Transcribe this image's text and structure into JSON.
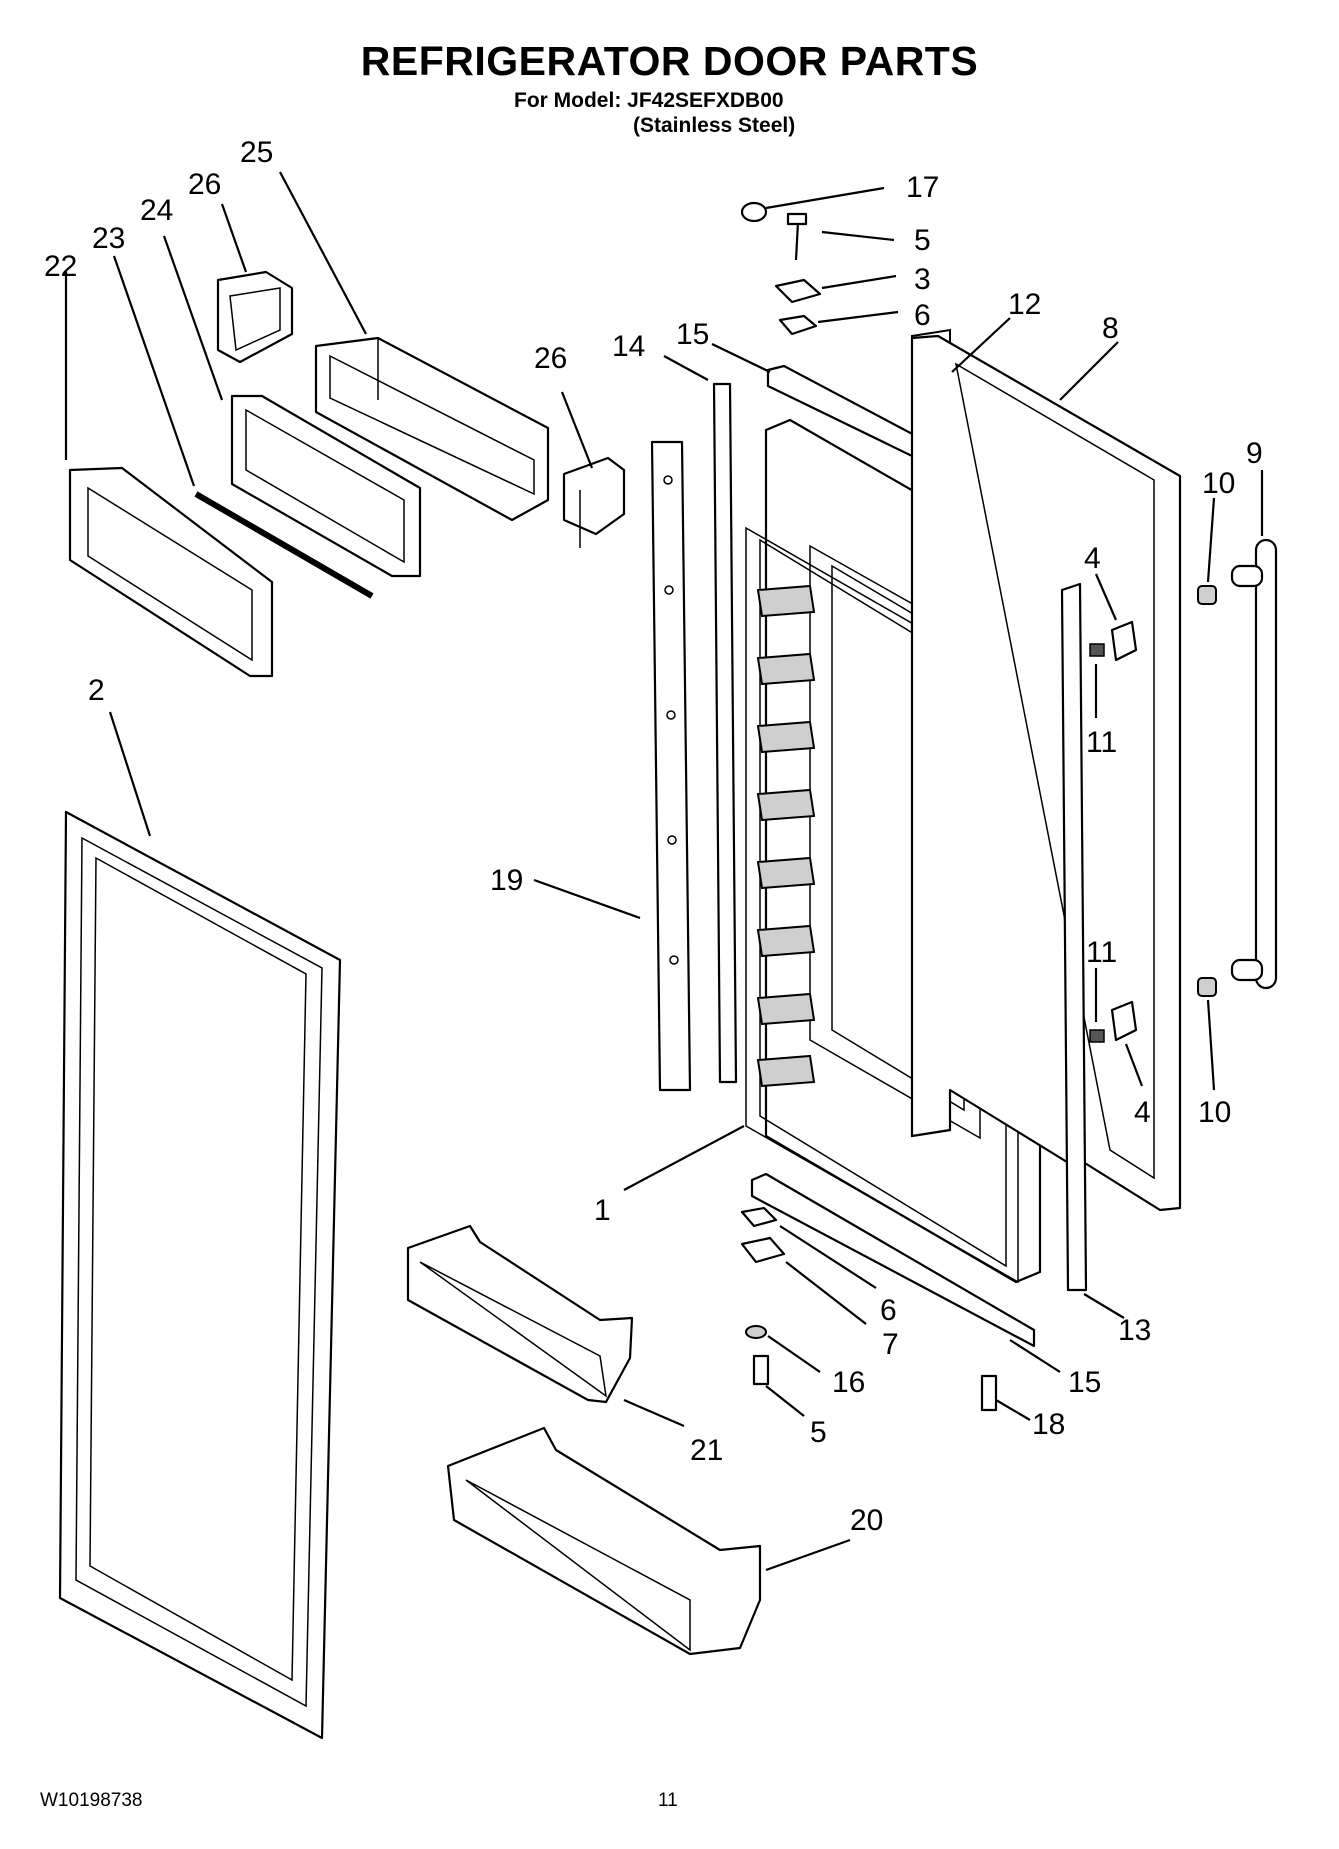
{
  "title": "REFRIGERATOR DOOR PARTS",
  "model_line": "For Model: JF42SEFXDB00",
  "finish_line": "(Stainless Steel)",
  "footer": {
    "document_number": "W10198738",
    "page_number": "11"
  },
  "callouts": [
    {
      "id": "c17",
      "label": "17"
    },
    {
      "id": "c5a",
      "label": "5"
    },
    {
      "id": "c3",
      "label": "3"
    },
    {
      "id": "c6a",
      "label": "6"
    },
    {
      "id": "c12",
      "label": "12"
    },
    {
      "id": "c8",
      "label": "8"
    },
    {
      "id": "c9",
      "label": "9"
    },
    {
      "id": "c10a",
      "label": "10"
    },
    {
      "id": "c4a",
      "label": "4"
    },
    {
      "id": "c11a",
      "label": "11"
    },
    {
      "id": "c11b",
      "label": "11"
    },
    {
      "id": "c4b",
      "label": "4"
    },
    {
      "id": "c10b",
      "label": "10"
    },
    {
      "id": "c14",
      "label": "14"
    },
    {
      "id": "c15a",
      "label": "15"
    },
    {
      "id": "c26a",
      "label": "26"
    },
    {
      "id": "c26b",
      "label": "26"
    },
    {
      "id": "c25",
      "label": "25"
    },
    {
      "id": "c24",
      "label": "24"
    },
    {
      "id": "c23",
      "label": "23"
    },
    {
      "id": "c22",
      "label": "22"
    },
    {
      "id": "c2",
      "label": "2"
    },
    {
      "id": "c19",
      "label": "19"
    },
    {
      "id": "c1",
      "label": "1"
    },
    {
      "id": "c6b",
      "label": "6"
    },
    {
      "id": "c7",
      "label": "7"
    },
    {
      "id": "c16",
      "label": "16"
    },
    {
      "id": "c5b",
      "label": "5"
    },
    {
      "id": "c18",
      "label": "18"
    },
    {
      "id": "c15b",
      "label": "15"
    },
    {
      "id": "c13",
      "label": "13"
    },
    {
      "id": "c21",
      "label": "21"
    },
    {
      "id": "c20",
      "label": "20"
    }
  ]
}
